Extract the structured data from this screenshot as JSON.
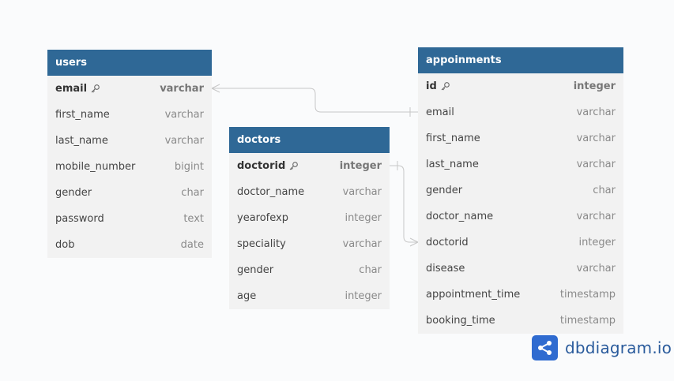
{
  "tables": {
    "users": {
      "name": "users",
      "fields": [
        {
          "name": "email",
          "type": "varchar"
        },
        {
          "name": "first_name",
          "type": "varchar"
        },
        {
          "name": "last_name",
          "type": "varchar"
        },
        {
          "name": "mobile_number",
          "type": "bigint"
        },
        {
          "name": "gender",
          "type": "char"
        },
        {
          "name": "password",
          "type": "text"
        },
        {
          "name": "dob",
          "type": "date"
        }
      ]
    },
    "doctors": {
      "name": "doctors",
      "fields": [
        {
          "name": "doctorid",
          "type": "integer"
        },
        {
          "name": "doctor_name",
          "type": "varchar"
        },
        {
          "name": "yearofexp",
          "type": "integer"
        },
        {
          "name": "speciality",
          "type": "varchar"
        },
        {
          "name": "gender",
          "type": "char"
        },
        {
          "name": "age",
          "type": "integer"
        }
      ]
    },
    "appoinments": {
      "name": "appoinments",
      "fields": [
        {
          "name": "id",
          "type": "integer"
        },
        {
          "name": "email",
          "type": "varchar"
        },
        {
          "name": "first_name",
          "type": "varchar"
        },
        {
          "name": "last_name",
          "type": "varchar"
        },
        {
          "name": "gender",
          "type": "char"
        },
        {
          "name": "doctor_name",
          "type": "varchar"
        },
        {
          "name": "doctorid",
          "type": "integer"
        },
        {
          "name": "disease",
          "type": "varchar"
        },
        {
          "name": "appointment_time",
          "type": "timestamp"
        },
        {
          "name": "booking_time",
          "type": "timestamp"
        }
      ]
    }
  },
  "brand": {
    "text": "dbdiagram.io"
  },
  "colors": {
    "header": "#2f6896",
    "body": "#f2f2f2",
    "link": "#c7c7c7",
    "brand": "#2f6bd0"
  }
}
